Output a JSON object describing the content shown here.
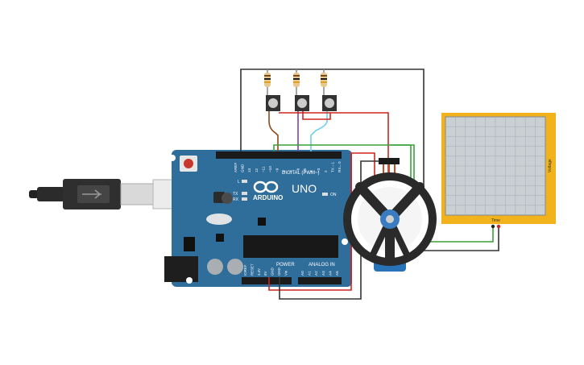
{
  "arduino": {
    "brand": "ARDUINO",
    "model": "UNO",
    "digital_label": "DIGITAL (PWM~)",
    "power_label": "POWER",
    "analog_label": "ANALOG IN",
    "aref": "AREF",
    "gnd": "GND",
    "pins_digital": [
      "13",
      "12",
      "~11",
      "~10",
      "~9",
      "8",
      "7",
      "~6",
      "~5",
      "4",
      "~3",
      "2",
      "TX→1",
      "RX←0"
    ],
    "pins_power": [
      "IOREF",
      "RESET",
      "3.3V",
      "5V",
      "GND",
      "GND",
      "Vin"
    ],
    "pins_analog": [
      "A0",
      "A1",
      "A2",
      "A3",
      "A4",
      "A5"
    ],
    "led_l": "L",
    "led_tx": "TX",
    "led_rx": "RX",
    "led_on": "ON"
  },
  "oscilloscope": {
    "y_label": "Voltage",
    "x_label": "Time"
  },
  "colors": {
    "board": "#2f6d9b",
    "scope_frame": "#f2b21b",
    "scope_screen": "#c9cfd3",
    "wire_red": "#d0241d",
    "wire_black": "#333333",
    "wire_green": "#3aa13a",
    "wire_brown": "#8b4a1e",
    "wire_purple": "#7b3fb0",
    "wire_cyan": "#6fd0e6"
  }
}
